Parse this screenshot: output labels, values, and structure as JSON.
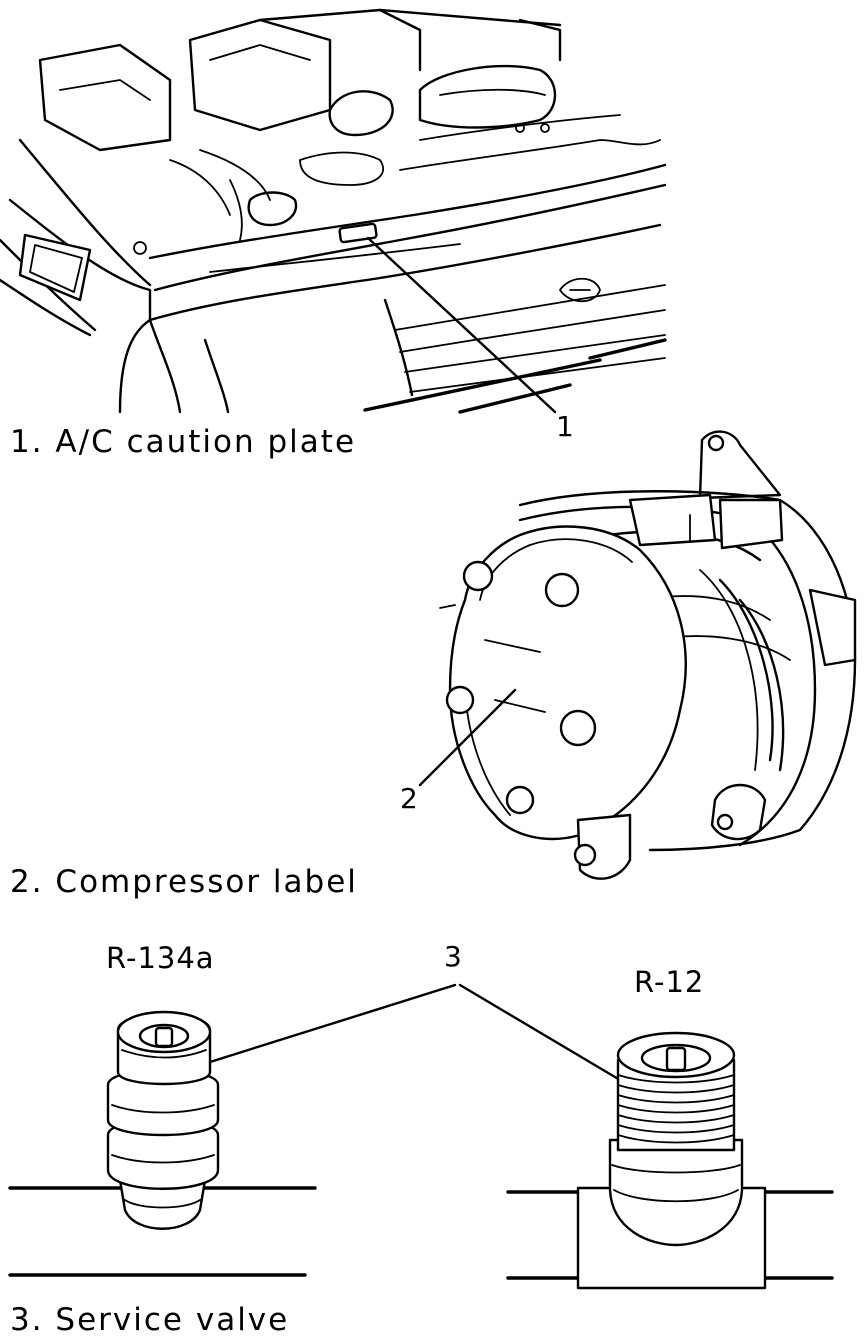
{
  "figure1": {
    "caption": "1. A/C caution plate",
    "callout": "1"
  },
  "figure2": {
    "caption": "2. Compressor label",
    "callout": "2"
  },
  "figure3": {
    "caption": "3. Service valve",
    "callout": "3",
    "left_valve_label": "R-134a",
    "right_valve_label": "R-12"
  }
}
